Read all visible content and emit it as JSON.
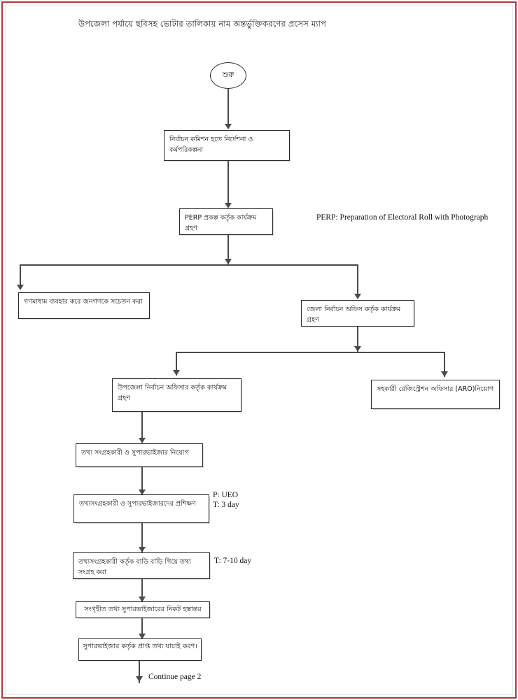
{
  "document": {
    "title": "উপজেলা পর্যায়ে ছবিসহ ভোটার তালিকায় নাম অন্তর্ভুক্তিকরণের প্রসেস ম্যাপ"
  },
  "legend": {
    "perp_expansion": "PERP: Preparation of Electoral Roll with Photograph"
  },
  "flow": {
    "start": {
      "label": "শুরু"
    },
    "nodes": [
      {
        "id": "ec-directive",
        "label": "নির্বাচন কমিশন হতে নির্দেশনা ও কর্মপরিকল্পনা"
      },
      {
        "id": "perp-project",
        "label": "PERP প্রকল্প কর্তৃক কার্যক্রম গ্রহণ"
      },
      {
        "id": "media-awareness",
        "label": "গণমাধ্যম ব্যবহার করে জনগণকে সচেতন করা"
      },
      {
        "id": "district-office",
        "label": "জেলা নির্বাচন অফিস কর্তৃক কার্যক্রম গ্রহণ"
      },
      {
        "id": "upazila-officer",
        "label": "উপজেলা নির্বাচন অফিসার কর্তৃক কার্যক্রম গ্রহণ"
      },
      {
        "id": "aro-appointment",
        "label": "সহকারী রেজিস্ট্রেশন অফিসার (ARO)নিয়োগ"
      },
      {
        "id": "enumerator-hiring",
        "label": "তথ্য সংগ্রহকারী ও সুপারভাইজার নিয়োগ"
      },
      {
        "id": "training",
        "label": "তথ্যসংগ্রহকারী ও সুপারভাইজারদের প্রশিক্ষণ"
      },
      {
        "id": "door-to-door",
        "label": "তথ্যসংগ্রহকারী কর্তৃক বাড়ি বাড়ি গিয়ে তথ্য সংগ্রহ করা"
      },
      {
        "id": "handover",
        "label": "সংগৃহীত তথ্য সুপারভাইজারের নিকট হস্তান্তর"
      },
      {
        "id": "verification",
        "label": "সুপারভাইজার কর্তৃক প্রাপ্ত তথ্য যাচাই করণ।"
      }
    ],
    "annotations": [
      {
        "id": "training-person",
        "label": "P: UEO"
      },
      {
        "id": "training-time",
        "label": "T: 3 day"
      },
      {
        "id": "collect-time",
        "label": "T: 7-10 day"
      }
    ],
    "continuation": {
      "label": "Continue page 2"
    }
  },
  "colors": {
    "page_border": "#b03a35",
    "node_border": "#2b2b2b",
    "connector": "#4a4a4a",
    "text": "#111111"
  }
}
